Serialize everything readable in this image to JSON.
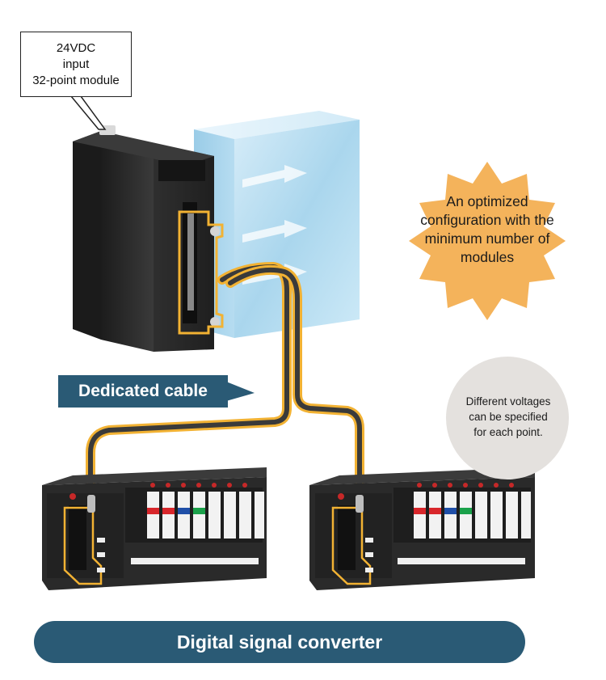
{
  "callout": {
    "line1": "24VDC",
    "line2": "input",
    "line3": "32-point module"
  },
  "star_badge": {
    "line1": "An optimized",
    "line2": "configuration with the",
    "line3": "minimum number of",
    "line4": "modules"
  },
  "circle_note": {
    "line1": "Different voltages",
    "line2": "can be specified",
    "line3": "for each point."
  },
  "cable_label": "Dedicated cable",
  "bottom_banner": "Digital signal converter",
  "colors": {
    "banner": "#2a5a75",
    "cable_outline": "#f2b233",
    "cable_core": "#3a3a3a",
    "star": "#f4b35b",
    "circle": "#e4e1de",
    "module_body": "#2b2b2b",
    "blue_box": "#9fd2ec",
    "led_red": "#d8262b",
    "led_blue": "#1f4fa8",
    "led_green": "#1aa14a"
  }
}
